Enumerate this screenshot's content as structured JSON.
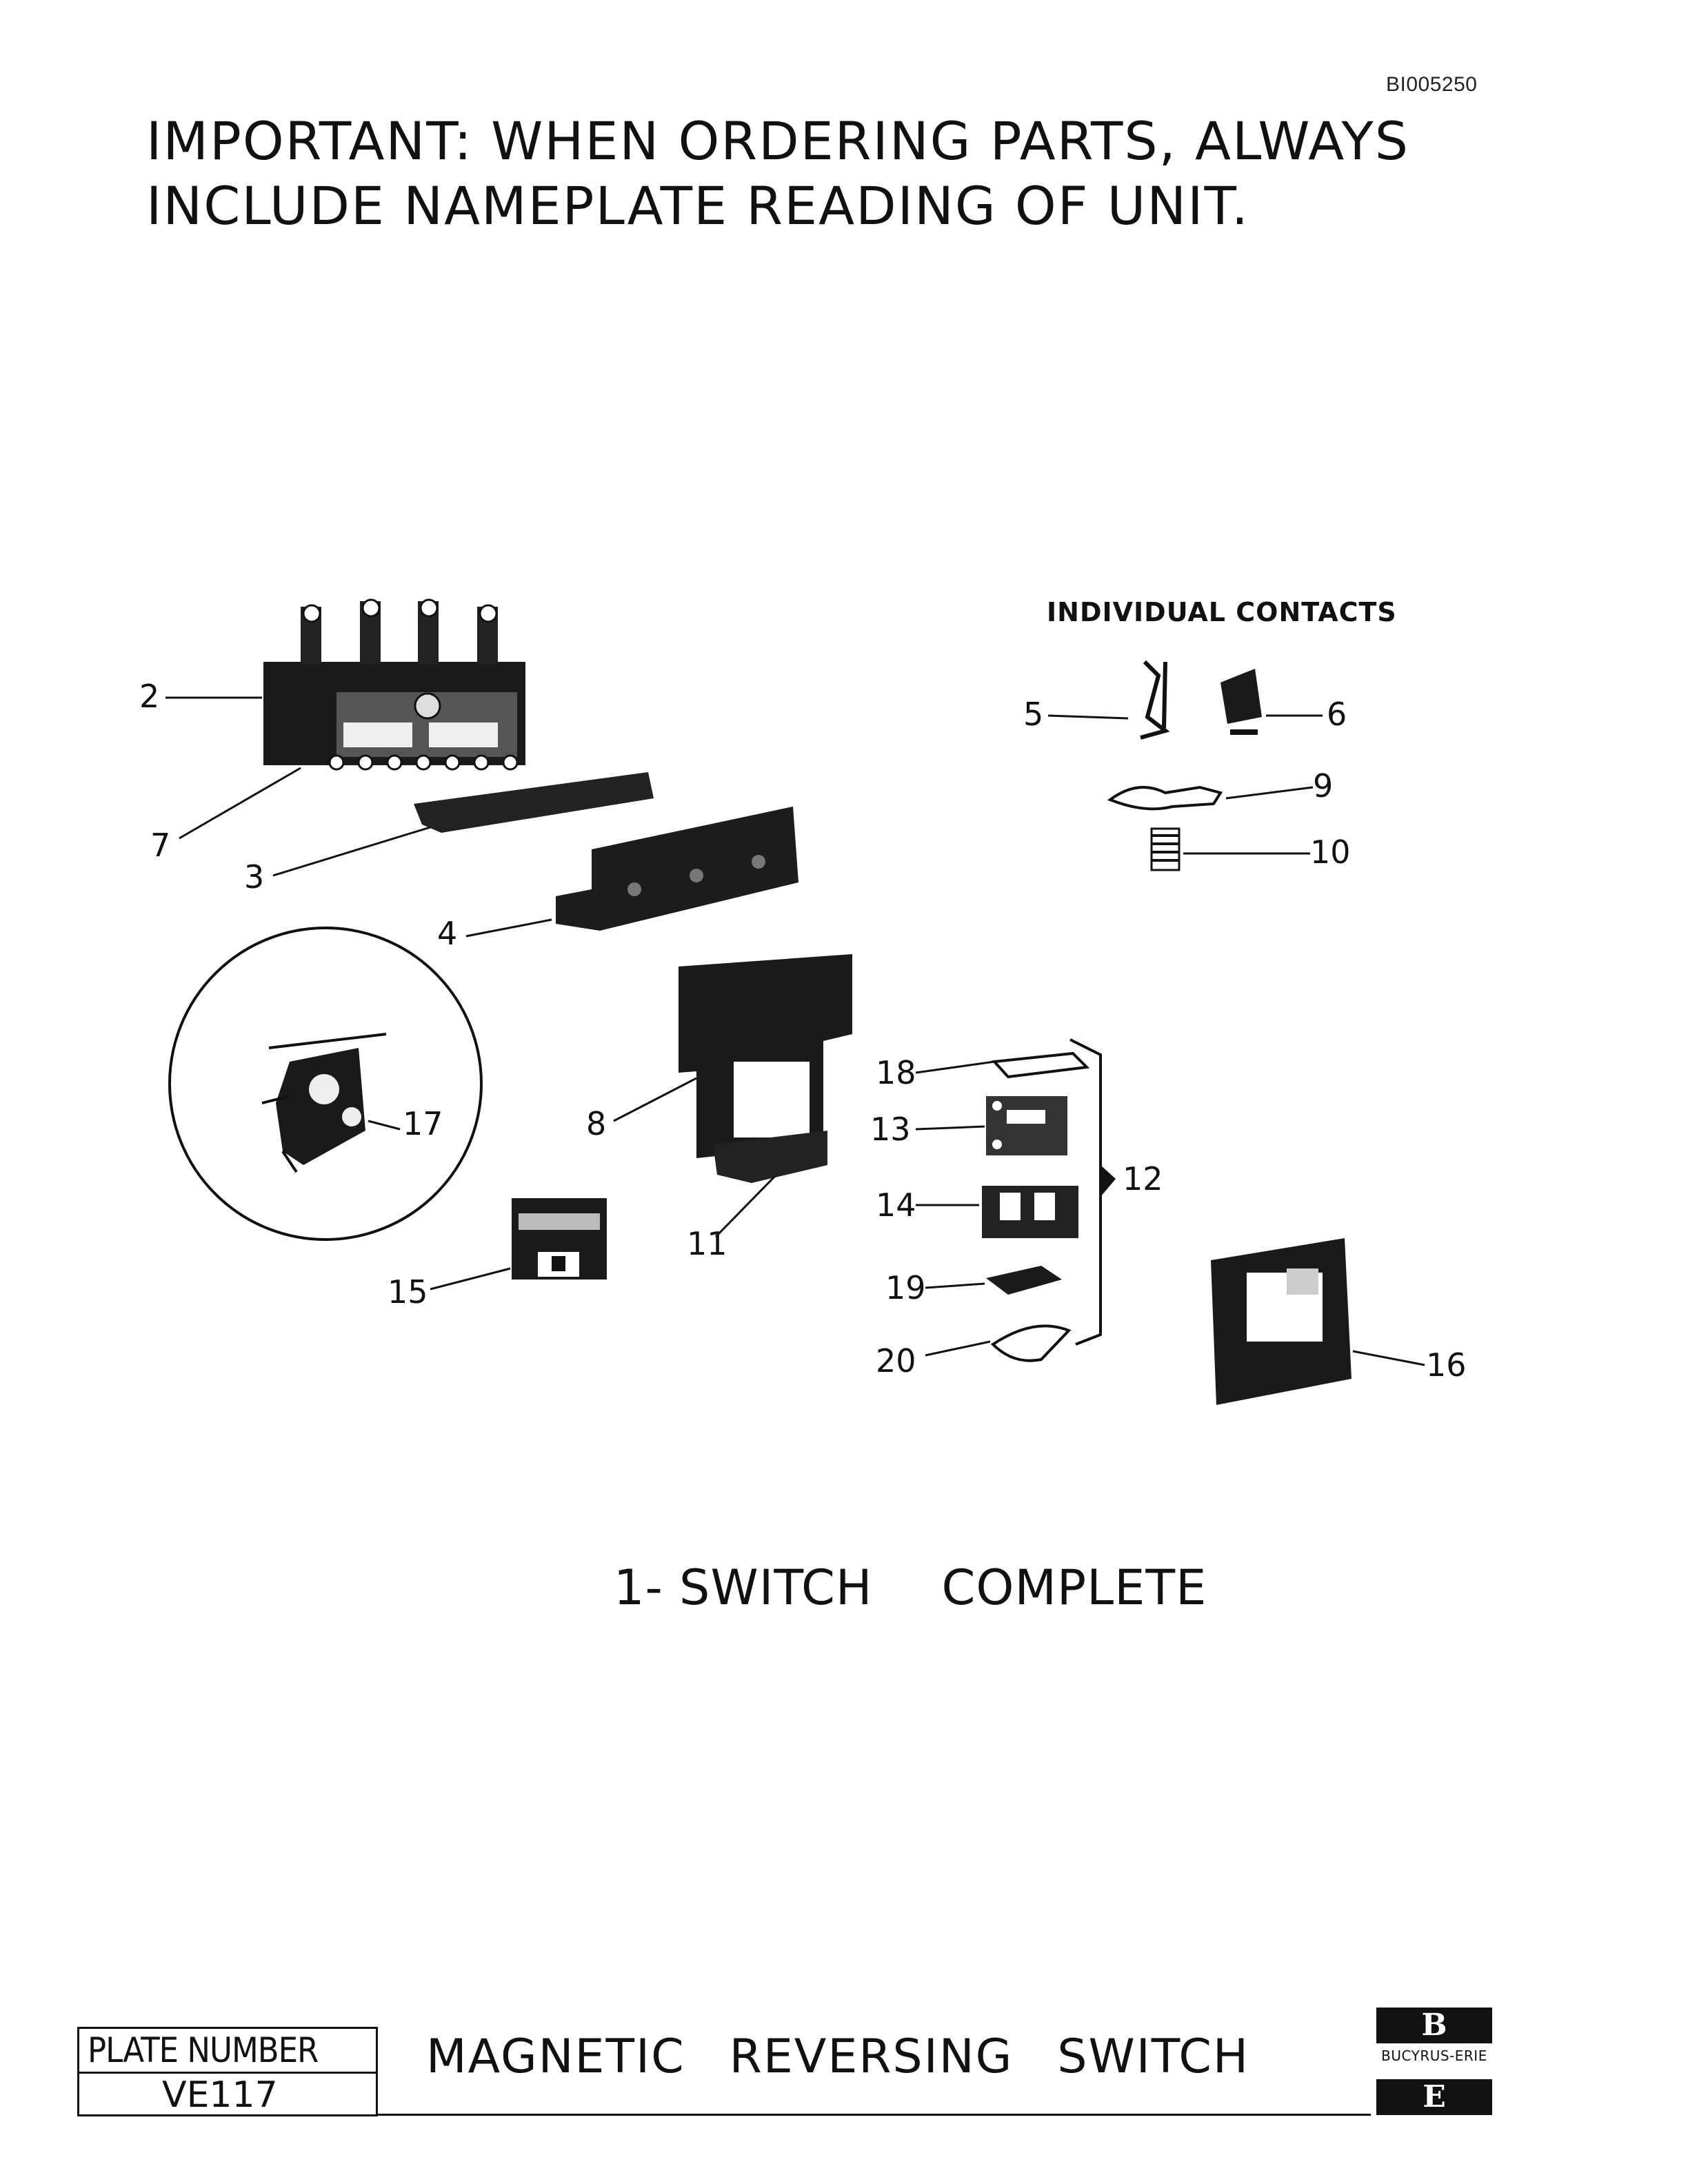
{
  "document": {
    "id": "BI005250",
    "notice_line1": "IMPORTANT: WHEN ORDERING PARTS, ALWAYS",
    "notice_line2": "INCLUDE NAMEPLATE READING OF UNIT."
  },
  "diagram": {
    "inset_title": "INDIVIDUAL CONTACTS",
    "callouts": {
      "c2": "2",
      "c3": "3",
      "c4": "4",
      "c5": "5",
      "c6": "6",
      "c7": "7",
      "c8": "8",
      "c9": "9",
      "c10": "10",
      "c11": "11",
      "c12": "12",
      "c13": "13",
      "c14": "14",
      "c15": "15",
      "c16": "16",
      "c17": "17",
      "c18": "18",
      "c19": "19",
      "c20": "20"
    }
  },
  "caption": {
    "part1": "1- SWITCH",
    "part2": "COMPLETE"
  },
  "footer": {
    "plate_label": "PLATE NUMBER",
    "plate_value": "VE117",
    "title1": "MAGNETIC",
    "title2": "REVERSING",
    "title3": "SWITCH",
    "logo_top": "B",
    "logo_name": "BUCYRUS-ERIE",
    "logo_bottom": "E"
  },
  "colors": {
    "ink": "#111111",
    "paper": "#ffffff"
  }
}
